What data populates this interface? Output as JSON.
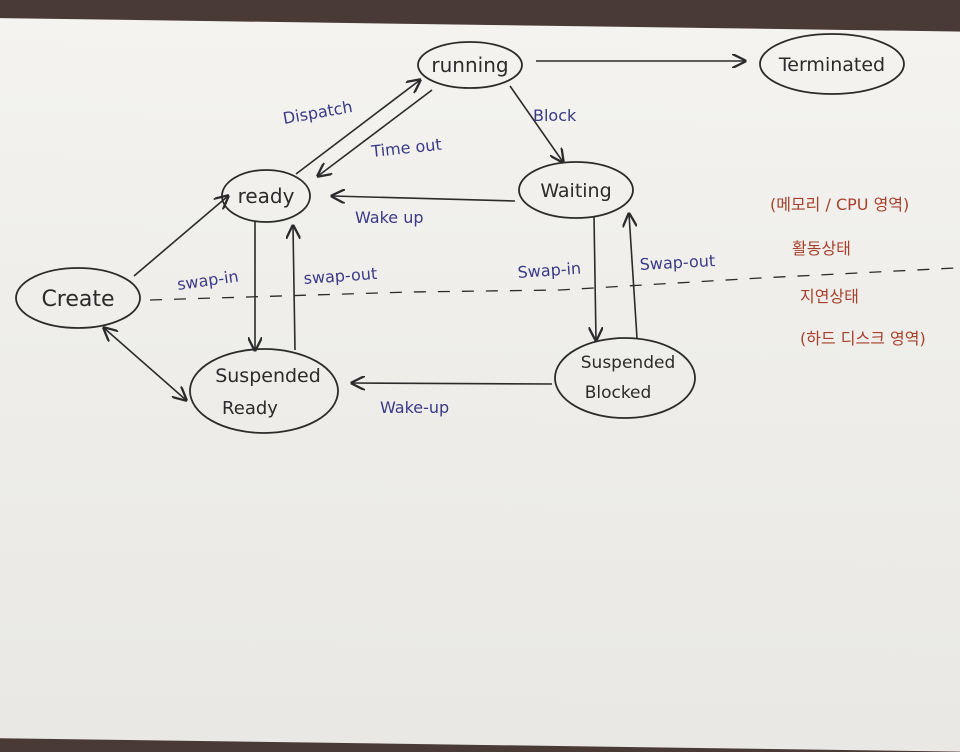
{
  "diagram": {
    "nodes": {
      "running": "running",
      "terminated": "Terminated",
      "ready": "ready",
      "waiting": "Waiting",
      "create": "Create",
      "suspended_ready_line1": "Suspended",
      "suspended_ready_line2": "Ready",
      "suspended_blocked_line1": "Suspended",
      "suspended_blocked_line2": "Blocked"
    },
    "edges": {
      "dispatch": "Dispatch",
      "time_out": "Time out",
      "block": "Block",
      "wake_up_top": "Wake up",
      "swap_in_left": "swap-in",
      "swap_out_left": "swap-out",
      "swap_in_right": "Swap-in",
      "swap_out_right": "Swap-out",
      "wake_up_bottom": "Wake-up"
    },
    "notes": {
      "memory_cpu": "(메모리 / CPU 영역)",
      "active_state": "활동상태",
      "delayed_state": "지연상태",
      "disk_area": "(하드 디스크 영역)"
    },
    "colors": {
      "ink": "#2b2b2b",
      "blue_ink": "#3a3a86",
      "red_ink": "#a6402c",
      "paper": "#f2f1ed"
    }
  }
}
